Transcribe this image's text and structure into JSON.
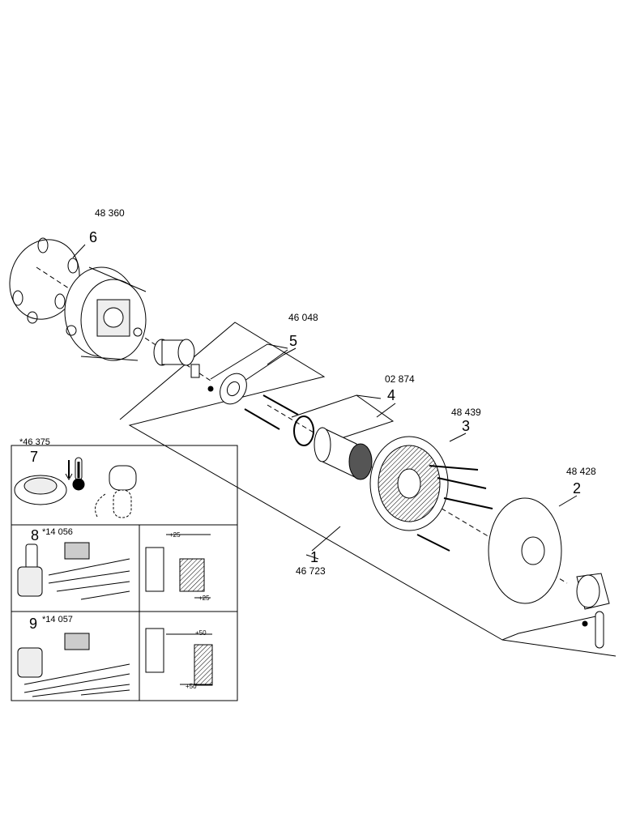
{
  "colors": {
    "line": "#000000",
    "paper": "#ffffff",
    "shade": "#555555"
  },
  "parts": [
    {
      "callout": "1",
      "number": "46 723"
    },
    {
      "callout": "2",
      "number": "48 428"
    },
    {
      "callout": "3",
      "number": "48 439"
    },
    {
      "callout": "4",
      "number": "02 874"
    },
    {
      "callout": "5",
      "number": "46 048"
    },
    {
      "callout": "6",
      "number": "48 360"
    }
  ],
  "accessories": [
    {
      "callout": "7",
      "number": "*46 375"
    },
    {
      "callout": "8",
      "number": "*14 056",
      "dims": [
        "+25",
        "+25"
      ]
    },
    {
      "callout": "9",
      "number": "*14 057",
      "dims": [
        "+50",
        "+50"
      ]
    }
  ],
  "icons": [
    "thermometer-icon",
    "cold-arrow-icon",
    "lever-handle-icon"
  ]
}
